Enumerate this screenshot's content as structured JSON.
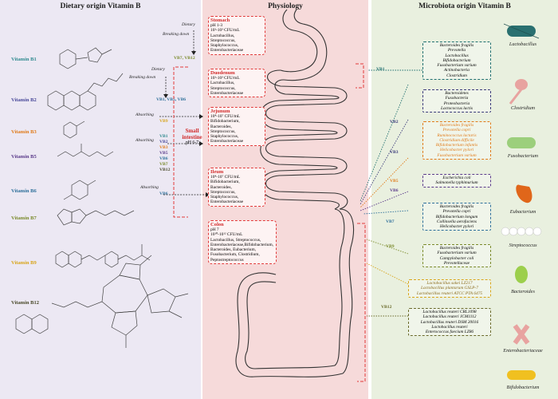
{
  "headers": {
    "left": "Dietary origin Vitamin B",
    "middle": "Physiology",
    "right": "Microbiota origin Vitamin B"
  },
  "vitamins": [
    {
      "label": "Vitamin B1",
      "color": "#2f8a8f"
    },
    {
      "label": "Vitamin B2",
      "color": "#4a4a9a"
    },
    {
      "label": "Vitamin B3",
      "color": "#e07b1a"
    },
    {
      "label": "Vitamin B5",
      "color": "#5a3a8a"
    },
    {
      "label": "Vitamin B6",
      "color": "#2d6f9a"
    },
    {
      "label": "Vitamin B7",
      "color": "#7a8a2a"
    },
    {
      "label": "Vitamin B9",
      "color": "#d8a51a"
    },
    {
      "label": "Vitamin B12",
      "color": "#4a4a2a"
    }
  ],
  "flow": {
    "dietary": "Dietary",
    "breaking_down_1": "Breaking down",
    "b7_b12": "VB7, VB12",
    "dietary_2": "Dietary",
    "breaking_down_2": "Breaking down",
    "vb1_vb5_vb6": "VB1, VB5, VB6",
    "absorbing_1": "Absorbing",
    "vb9": "VB9",
    "vb_list": [
      "VB1",
      "VB2",
      "VB3",
      "VB5",
      "VB6",
      "VB7",
      "VB12"
    ],
    "absorbing_2": "Absorbing",
    "small_intestine": "Small intestine",
    "small_ph": "pH 6-7",
    "absorbing_3": "Absorbing",
    "vb6": "VB6"
  },
  "organs": [
    {
      "title": "Stomach",
      "lines": [
        "pH 1-3",
        "10¹-10³ CFU/mL",
        "Lactobacillus,",
        "Streptococcus,",
        "Staphylococcus,",
        "Enterobacteriaceae"
      ]
    },
    {
      "title": "Duodenum",
      "lines": [
        "10¹-10³ CFU/mL",
        "Lactobacillus,",
        "Streptococcus,",
        "Enterobacteriaceae"
      ]
    },
    {
      "title": "Jejunum",
      "lines": [
        "10⁴-10⁷ CFU/mL",
        "Bifidobacterium,",
        "Bacteroides,",
        "Streptococcus,",
        "Staphylococcus,",
        "Enterobacteriaceae"
      ]
    },
    {
      "title": "Ileum",
      "lines": [
        "10⁴-10⁷ CFU/mL",
        "Bifidobacterium,",
        "Bacteroides,",
        "Streptococcus,",
        "Staphylococcus,",
        "Enterobacteriaceae"
      ]
    },
    {
      "title": "Colon",
      "lines": [
        "pH 7",
        "10¹⁰-10¹² CFU/mL",
        "Lactobacillus, Streptococcus,",
        "Enterobacteriaceae,Bifidobacterium,",
        "Bacteroides, Eubacterium,",
        "Fusobacterium, Clostridium,",
        "Peptostreptococcus"
      ]
    }
  ],
  "microbe_groups": [
    {
      "vb": "VB1",
      "color": "#1f6f6f",
      "members": [
        "Bacteroides fragilis",
        "Prevotella",
        "Lactobacillus",
        "Bifidobacterium",
        "Fusobacterium varium",
        "Actinobacteria",
        "Clostridium"
      ]
    },
    {
      "vb": "VB2",
      "color": "#3a3a7a",
      "members": [
        "Bacteroidetes",
        "Fusobacteria",
        "Proteobacteria",
        "Lactococcus lactis"
      ]
    },
    {
      "vb": "VB3",
      "color": "#e07b1a",
      "members": [
        "Bacteroides fragilis",
        "Prevotella copri",
        "Ruminococcus lactaris",
        "Clostridium difficile",
        "Bifidobacterium infantis",
        "Helicobacter pylori",
        "Fusobacterium varium"
      ]
    },
    {
      "vb": "VB5",
      "color": "#5a3a8a",
      "members": [
        "Escherichia coli",
        "Salmonella typhimurium"
      ]
    },
    {
      "vb": "VB6",
      "color": "#2d6f9a",
      "members": [
        "Bacteroides fragilis",
        "Prevotella copri",
        "Bifidobacterium longum",
        "Collinsella aerofaciens",
        "Helicobacter pylori"
      ]
    },
    {
      "vb": "VB7",
      "color": "#7a8a2a",
      "members": [
        "Bacteroides fragilis",
        "Fusobacterium varium",
        "Campylobacter coli",
        "Prevotellaceae"
      ]
    },
    {
      "vb": "VB9",
      "color": "#d8a51a",
      "members": [
        "Lactobacillus sakei LZ217",
        "Lactobacillus plantarum GSLP-7",
        "Lactobacillus reuteri ATCC PTA 6475"
      ]
    },
    {
      "vb": "VB12",
      "color": "#6a6a2a",
      "members": [
        "Lactobacillus reuteri CRL1098",
        "Lactobacillus reuteri JCM1112",
        "Lactobacillus reuteri DSM 20016",
        "Lactobacillus reuteri",
        "Enterococcus faecium LZ86"
      ]
    }
  ],
  "bacteria": [
    "Lactobacillus",
    "Clostridium",
    "Fusobacterium",
    "Eubacterium",
    "Streptococcus",
    "Bacteroides",
    "Enterobacteriaceae",
    "Bifidobacterium"
  ]
}
